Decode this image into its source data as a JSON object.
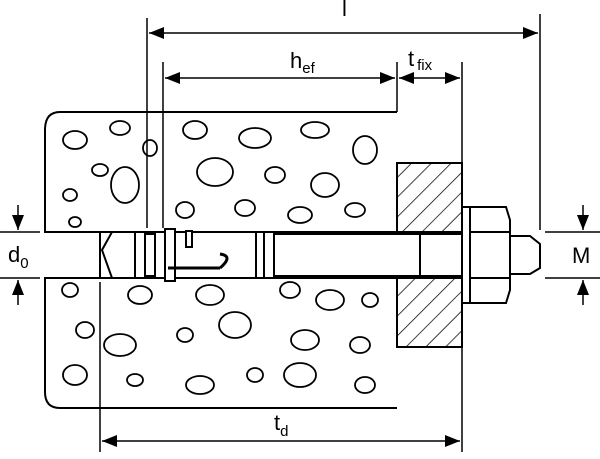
{
  "title": "Anchor bolt installation dimensions",
  "labels": {
    "overall_length": "l",
    "embedment_depth": "h",
    "embedment_depth_sub": "ef",
    "fixture_thickness": "t",
    "fixture_thickness_sub": "fix",
    "drill_depth": "t",
    "drill_depth_sub": "d",
    "drill_diameter": "d",
    "drill_diameter_sub": "0",
    "thread_size": "M"
  },
  "colors": {
    "line": "#000000",
    "background": "#ffffff"
  }
}
